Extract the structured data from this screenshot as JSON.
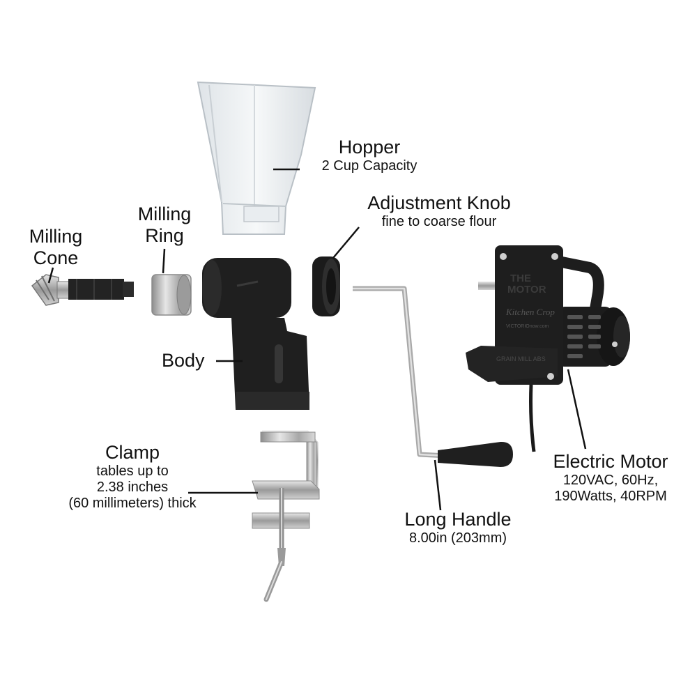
{
  "parts": {
    "hopper": {
      "name": "Hopper",
      "detail": "2 Cup Capacity"
    },
    "adjustment_knob": {
      "name": "Adjustment Knob",
      "detail": "fine to coarse flour"
    },
    "milling_ring": {
      "name_line1": "Milling",
      "name_line2": "Ring"
    },
    "milling_cone": {
      "name_line1": "Milling",
      "name_line2": "Cone"
    },
    "body": {
      "name": "Body"
    },
    "clamp": {
      "name": "Clamp",
      "detail_line1": "tables up to",
      "detail_line2": "2.38 inches",
      "detail_line3": "(60 millimeters) thick"
    },
    "long_handle": {
      "name": "Long Handle",
      "detail": "8.00in (203mm)"
    },
    "electric_motor": {
      "name": "Electric Motor",
      "detail_line1": "120VAC, 60Hz,",
      "detail_line2": "190Watts, 40RPM"
    }
  },
  "motor_markings": {
    "line1": "THE",
    "line2": "MOTOR",
    "brand": "Kitchen Crop",
    "site": "VICTORIOnow.com",
    "tag": "GRAIN MILL ABS"
  },
  "colors": {
    "part_black": "#1c1c1c",
    "metal": "#b8b8b8",
    "hopper_clear": "#eef1f3"
  }
}
